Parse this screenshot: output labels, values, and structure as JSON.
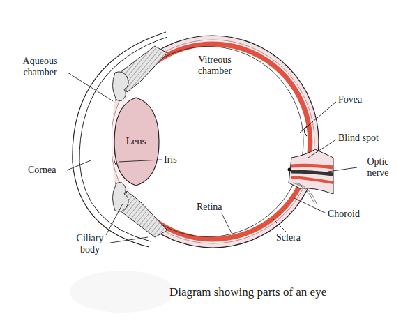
{
  "diagram": {
    "caption": "Diagram showing parts of an eye",
    "labels": [
      "Aqueous chamber",
      "Vitreous chamber",
      "Lens",
      "Iris",
      "Cornea",
      "Ciliary body",
      "Retina",
      "Sclera",
      "Fovea",
      "Blind spot",
      "Optic nerve",
      "Choroid"
    ]
  }
}
